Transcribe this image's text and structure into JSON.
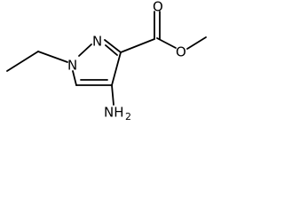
{
  "molecule": {
    "atoms": {
      "n2": "N",
      "n1": "N",
      "o_carbonyl": "O",
      "o_ester": "O",
      "amine_n": "NH",
      "amine_sub": "2"
    }
  }
}
